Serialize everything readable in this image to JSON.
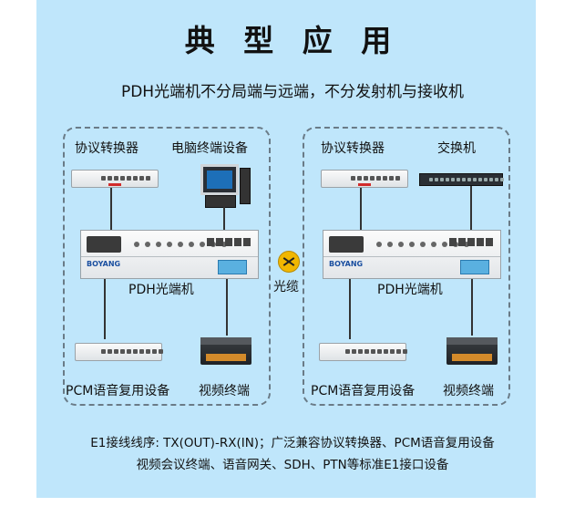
{
  "title": "典 型 应 用",
  "subtitle": "PDH光端机不分局端与远端，不分发射机与接收机",
  "left": {
    "top_left_label": "协议转换器",
    "top_right_label": "电脑终端设备",
    "main_label": "PDH光端机",
    "bottom_left_label": "PCM语音复用设备",
    "bottom_right_label": "视频终端",
    "brand": "BOYANG"
  },
  "middle": {
    "cable_label": "光缆"
  },
  "right": {
    "top_left_label": "协议转换器",
    "top_right_label": "交换机",
    "main_label": "PDH光端机",
    "bottom_left_label": "PCM语音复用设备",
    "bottom_right_label": "视频终端",
    "brand": "BOYANG"
  },
  "footer": {
    "line1": "E1接线线序: TX(OUT)-RX(IN)；广泛兼容协议转换器、PCM语音复用设备",
    "line2": "视频会议终端、语音网关、SDH、PTN等标准E1接口设备"
  }
}
